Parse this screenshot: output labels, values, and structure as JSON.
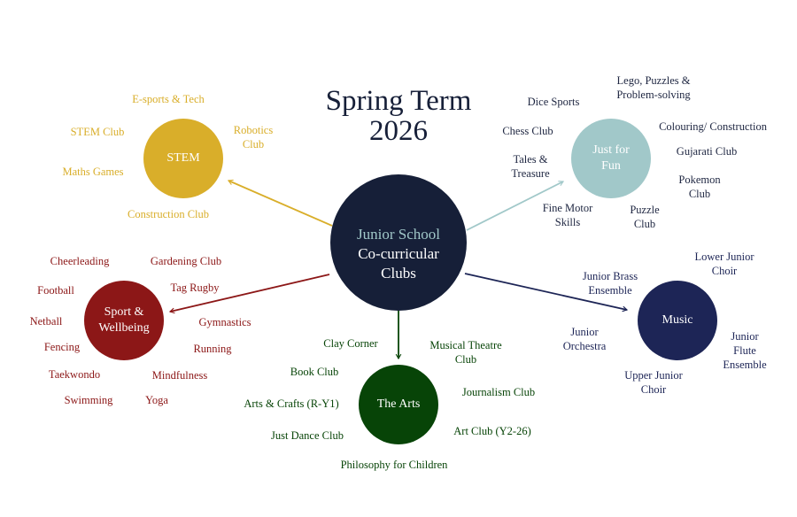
{
  "title": [
    "Spring Term",
    "2026"
  ],
  "hub": {
    "lines": [
      "Junior School",
      "Co-curricular",
      "Clubs"
    ],
    "color": "#161f38",
    "accent": "#a1c8c9"
  },
  "groups": {
    "stem": {
      "name": [
        "STEM"
      ],
      "color": "#d9ae2a",
      "items": [
        [
          "E-sports & Tech"
        ],
        [
          "STEM  Club"
        ],
        [
          "Robotics",
          "Club"
        ],
        [
          "Maths Games"
        ],
        [
          "Construction Club"
        ]
      ]
    },
    "fun": {
      "name": [
        "Just for",
        "Fun"
      ],
      "color": "#a1c8c9",
      "items": [
        [
          "Lego, Puzzles &",
          "Problem-solving"
        ],
        [
          "Dice Sports"
        ],
        [
          "Colouring/ Construction"
        ],
        [
          "Chess Club"
        ],
        [
          "Gujarati Club"
        ],
        [
          "Tales &",
          "Treasure"
        ],
        [
          "Pokemon",
          "Club"
        ],
        [
          "Fine Motor",
          "Skills"
        ],
        [
          "Puzzle",
          "Club"
        ]
      ]
    },
    "sport": {
      "name": [
        "Sport &",
        "Wellbeing"
      ],
      "color": "#8c1717",
      "items": [
        [
          "Cheerleading"
        ],
        [
          "Gardening Club"
        ],
        [
          "Football"
        ],
        [
          "Tag Rugby"
        ],
        [
          "Netball"
        ],
        [
          "Gymnastics"
        ],
        [
          "Fencing"
        ],
        [
          "Running"
        ],
        [
          "Taekwondo"
        ],
        [
          "Mindfulness"
        ],
        [
          "Swimming"
        ],
        [
          "Yoga"
        ]
      ]
    },
    "music": {
      "name": [
        "Music"
      ],
      "color": "#1d2556",
      "items": [
        [
          "Lower Junior",
          "Choir"
        ],
        [
          "Junior Brass",
          "Ensemble"
        ],
        [
          "Junior",
          "Orchestra"
        ],
        [
          "Junior",
          "Flute",
          "Ensemble"
        ],
        [
          "Upper Junior",
          "Choir"
        ]
      ]
    },
    "arts": {
      "name": [
        "The Arts"
      ],
      "color": "#074407",
      "items": [
        [
          "Clay Corner"
        ],
        [
          "Musical  Theatre",
          "Club"
        ],
        [
          "Book Club"
        ],
        [
          "Journalism Club"
        ],
        [
          "Arts & Crafts (R-Y1)"
        ],
        [
          "Just Dance Club"
        ],
        [
          "Art Club (Y2-26)"
        ],
        [
          "Philosophy for Children"
        ]
      ]
    }
  }
}
